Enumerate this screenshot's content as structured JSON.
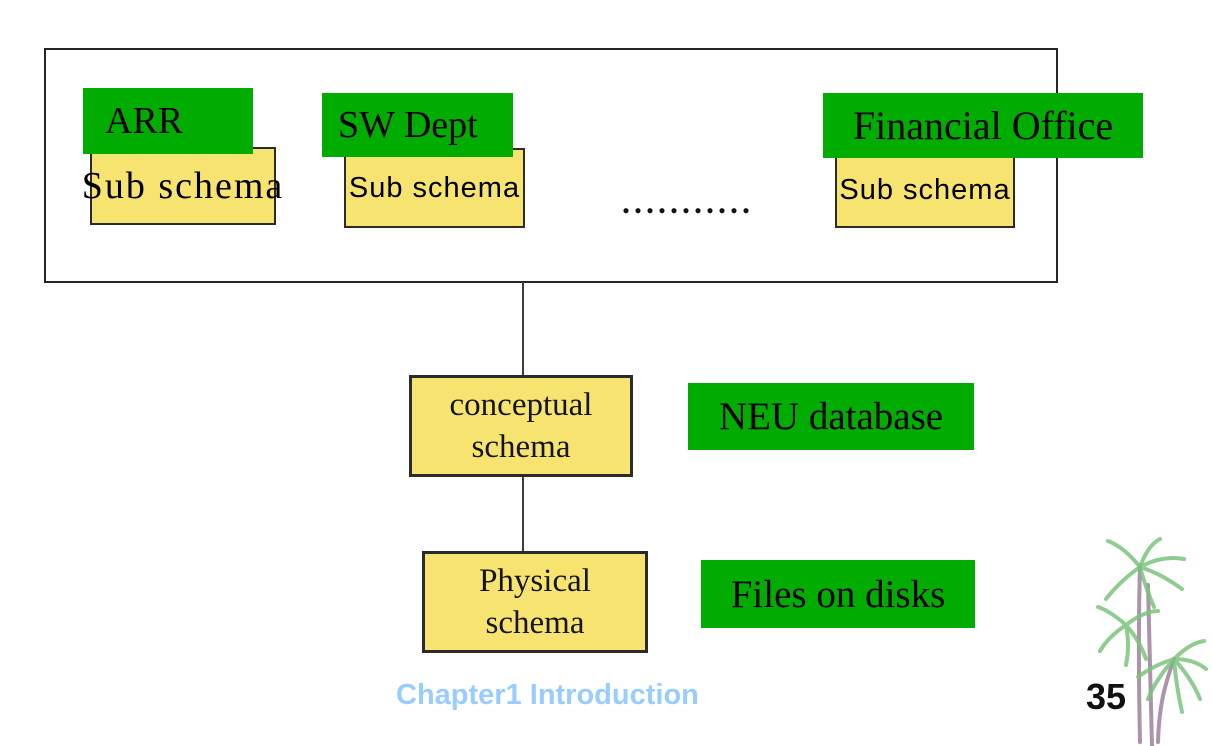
{
  "colors": {
    "green": "#00AC00",
    "yellow": "#F7E470",
    "footer_blue": "#99CCFF",
    "line": "#3d3d3d",
    "bamboo_leaf": "#7cc47c",
    "bamboo_stem": "#a388a0"
  },
  "views": {
    "groups": [
      {
        "dept": "ARR",
        "schema": "Sub schema"
      },
      {
        "dept": "SW Dept",
        "schema": "Sub schema"
      },
      {
        "dept": "Financial Office",
        "schema": "Sub schema"
      }
    ],
    "ellipsis": "..........."
  },
  "conceptual": {
    "line1": "conceptual",
    "line2": "schema"
  },
  "physical": {
    "line1": "Physical",
    "line2": "schema"
  },
  "labels": {
    "database": "NEU database",
    "files": "Files on disks"
  },
  "footer": {
    "chapter": "Chapter1 Introduction",
    "page_number": "35"
  },
  "icons": {
    "decoration": "bamboo-plant-icon"
  }
}
